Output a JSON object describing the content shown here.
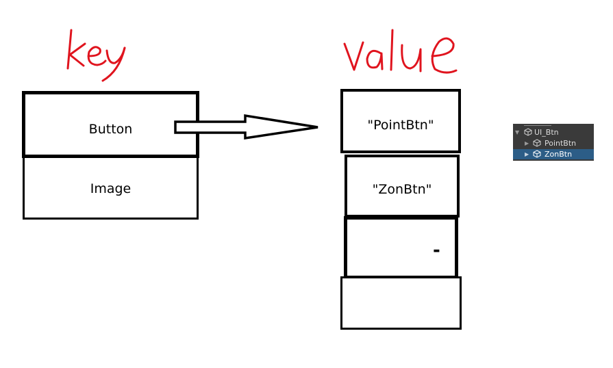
{
  "annotations": {
    "key_label": "key",
    "value_label": "value",
    "ink_color": "#e0141e"
  },
  "key_column": {
    "cells": [
      {
        "text": "Button",
        "emphasized": true
      },
      {
        "text": "Image",
        "emphasized": false
      }
    ]
  },
  "value_column": {
    "cells": [
      {
        "text": "\"PointBtn\""
      },
      {
        "text": "\"ZonBtn\""
      },
      {
        "text": "-"
      },
      {
        "text": ""
      }
    ]
  },
  "hierarchy_panel": {
    "items": [
      {
        "label": "UI_Btn",
        "icon": "cube-icon",
        "expanded": true,
        "selected": false
      },
      {
        "label": "PointBtn",
        "icon": "cube-icon",
        "expanded": false,
        "selected": false
      },
      {
        "label": "ZonBtn",
        "icon": "cube-icon",
        "expanded": false,
        "selected": true
      }
    ],
    "colors": {
      "background": "#3a3a3a",
      "selected": "#2c5d87",
      "text": "#dcdcdc"
    }
  }
}
